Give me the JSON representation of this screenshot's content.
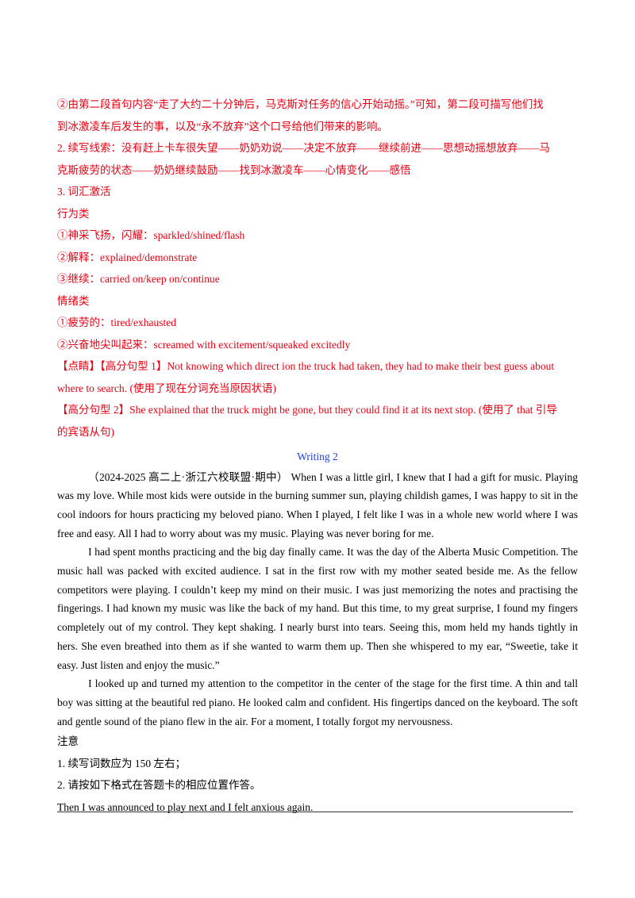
{
  "analysis": {
    "point2": "②由第二段首句内容“走了大约二十分钟后，马克斯对任务的信心开始动摇。”可知，第二段可描写他们找",
    "point2_cont": "到冰激凌车后发生的事，以及“永不放弃”这个口号给他们带来的影响。",
    "clues": "2. 续写线索：没有赶上卡车很失望——奶奶劝说——决定不放弃——继续前进——思想动摇想放弃——马",
    "clues_cont": "克斯疲劳的状态——奶奶继续鼓励——找到冰激凌车——心情变化——感悟",
    "vocab_title": "3. 词汇激活",
    "action_title": "行为类",
    "action_items": [
      "①神采飞扬，闪耀：sparkled/shined/flash",
      "②解释：explained/demonstrate",
      "③继续：carried on/keep on/continue"
    ],
    "emotion_title": "情绪类",
    "emotion_items": [
      "①疲劳的：tired/exhausted",
      "②兴奋地尖叫起来：screamed with excitement/squeaked excitedly"
    ],
    "pattern1": "【点睛】【高分句型 1】Not knowing which direct ion the truck had taken, they had to make their best guess about",
    "pattern1_cont": "where to search. (使用了现在分词充当原因状语)",
    "pattern2": "【高分句型 2】She explained that the truck might be gone, but they could find it at its next stop. (使用了 that 引导",
    "pattern2_cont": "的宾语从句)"
  },
  "writing": {
    "title": "Writing 2",
    "paragraphs": [
      "（2024-2025 高二上·浙江六校联盟·期中） When I was a little girl, I knew that I had a gift for music. Playing was my love. While most kids were outside in the burning summer sun, playing childish games, I was happy to sit in the cool indoors for hours practicing my beloved piano. When I played, I felt like I was in a whole new world where I was free and easy. All I had to worry about was my music. Playing was never boring for me.",
      "I had spent months practicing and the big day finally came. It was the day of the Alberta Music Competition. The music hall was packed with excited audience. I sat in the first row with my mother seated beside me. As the fellow competitors were playing. I couldn’t keep my mind on their music. I was just memorizing the notes and practising the fingerings. I had known my music was like the back of my hand. But this time, to my great surprise, I found my fingers completely out of my control. They kept shaking. I nearly burst into tears. Seeing this, mom held my hands tightly in hers. She even breathed into them as if she wanted to warm them up. Then she whispered to my ear, “Sweetie, take it easy. Just listen and enjoy the music.”",
      "I looked up and turned my attention to the competitor in the center of the stage for the first time. A thin and tall boy was sitting at the beautiful red piano. He looked calm and confident. His fingertips danced on the keyboard. The soft and gentle sound of the piano flew in the air. For a moment, I totally forgot my nervousness."
    ],
    "notice_title": "注意",
    "notices": [
      "1. 续写词数应为 150 左右；",
      "2. 请按如下格式在答题卡的相应位置作答。"
    ],
    "prompt": "Then I was announced to play next and I felt anxious again."
  }
}
